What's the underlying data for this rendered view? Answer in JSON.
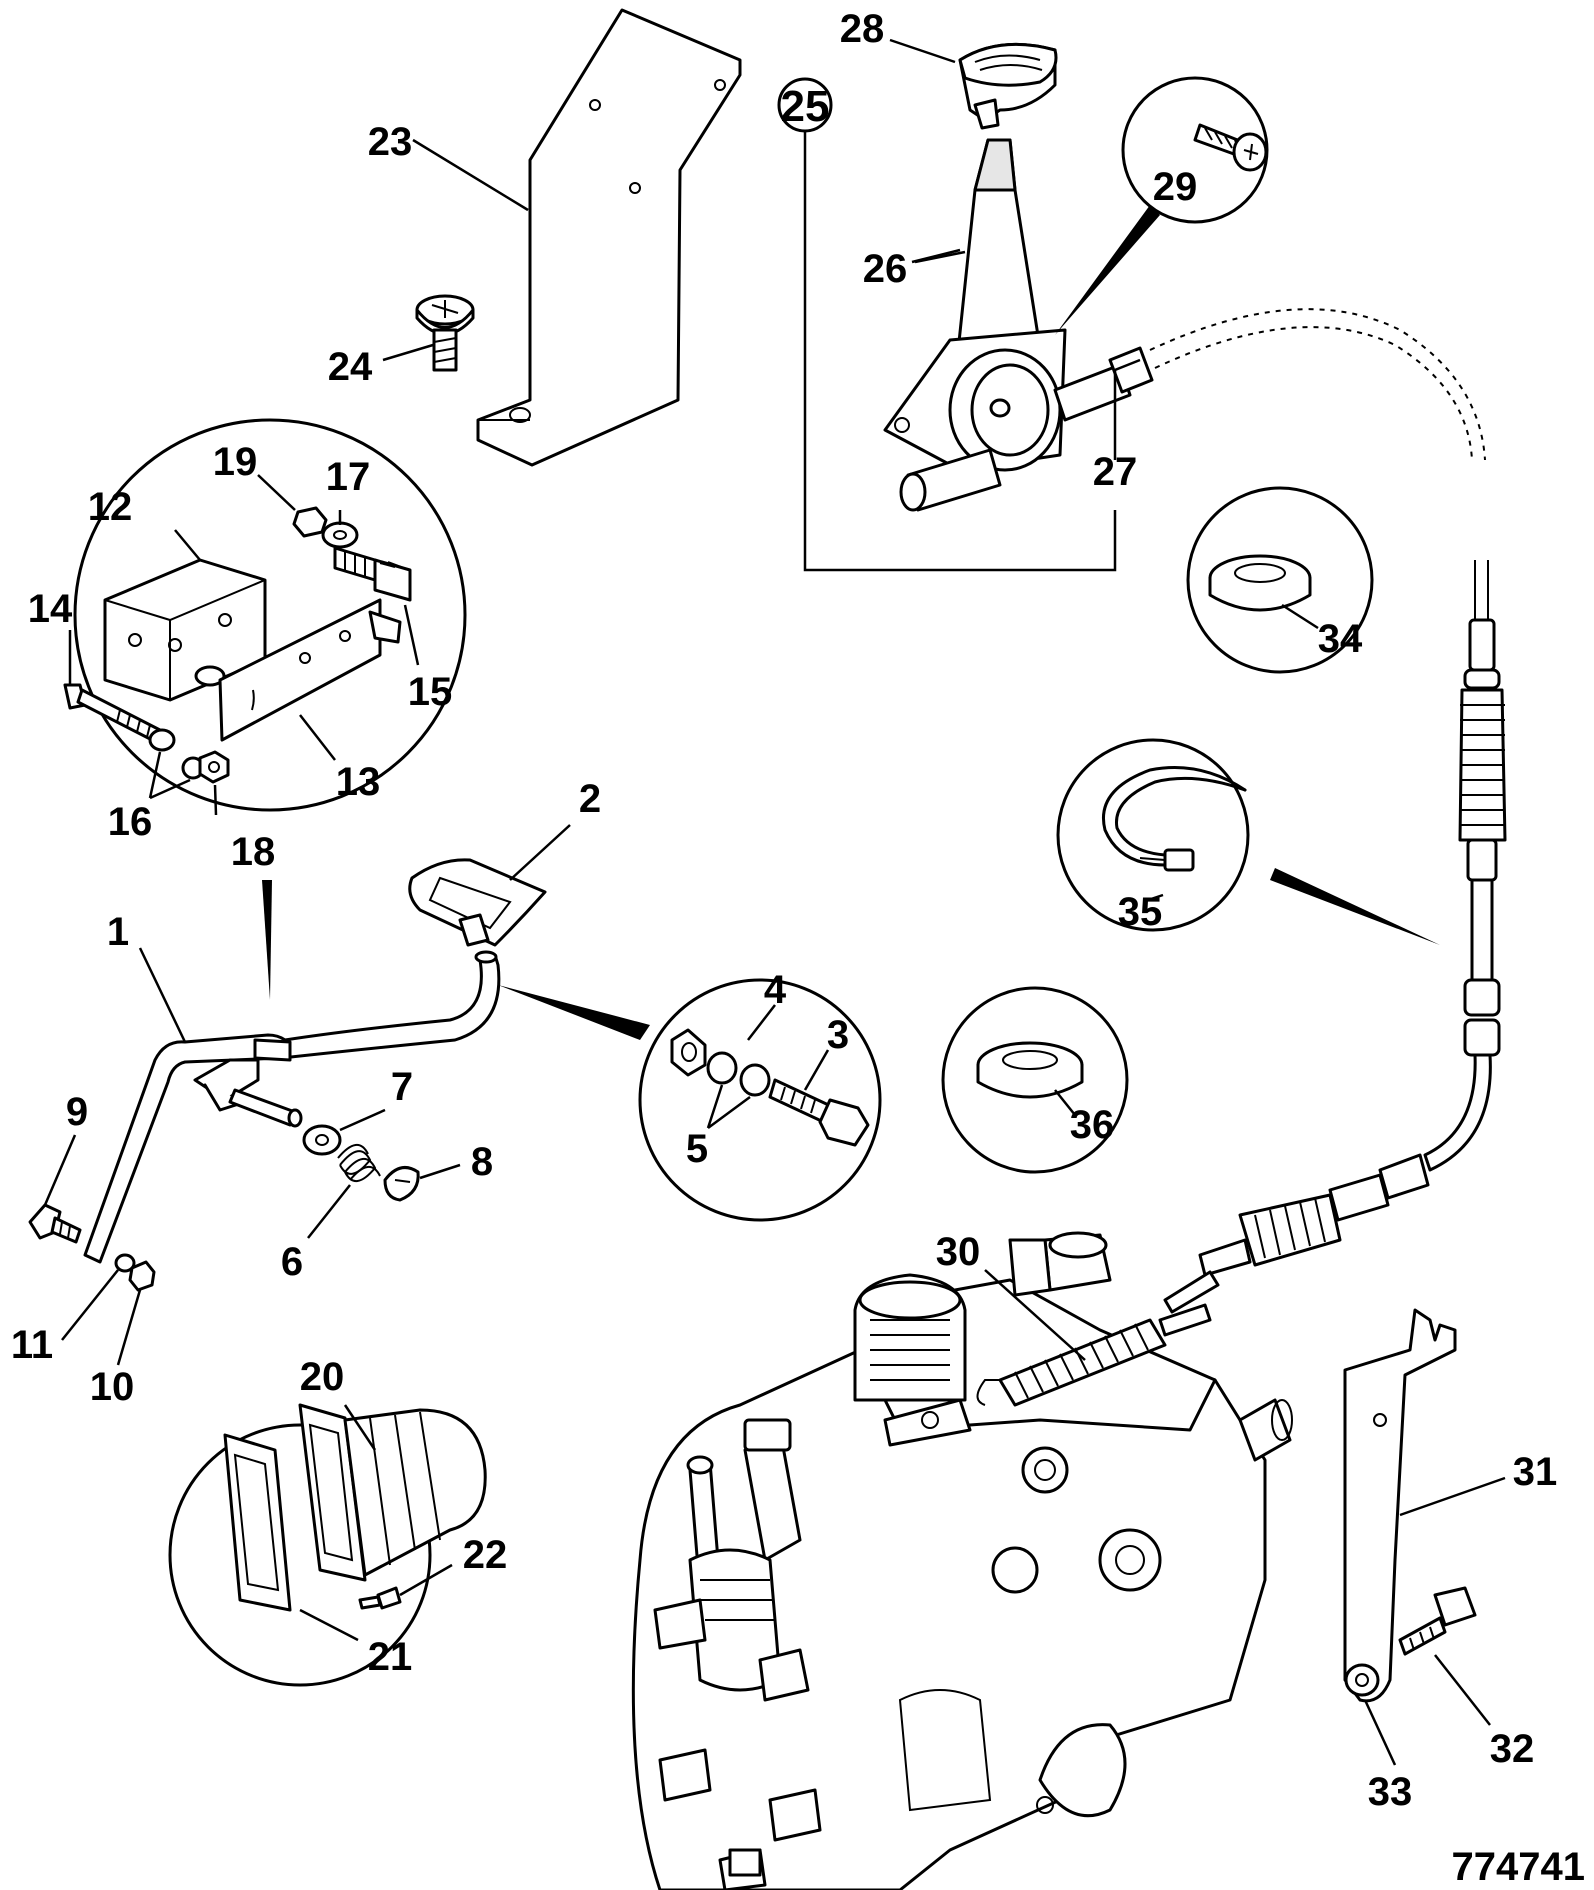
{
  "callouts": {
    "c1": "1",
    "c2": "2",
    "c3": "3",
    "c4": "4",
    "c5": "5",
    "c6": "6",
    "c7": "7",
    "c8": "8",
    "c9": "9",
    "c10": "10",
    "c11": "11",
    "c12": "12",
    "c13": "13",
    "c14": "14",
    "c15": "15",
    "c16": "16",
    "c17": "17",
    "c18": "18",
    "c19": "19",
    "c20": "20",
    "c21": "21",
    "c22": "22",
    "c23": "23",
    "c24": "24",
    "c25": "25",
    "c26": "26",
    "c27": "27",
    "c28": "28",
    "c29": "29",
    "c30": "30",
    "c31": "31",
    "c32": "32",
    "c33": "33",
    "c34": "34",
    "c35": "35",
    "c36": "36"
  },
  "drawing_number": "774741"
}
